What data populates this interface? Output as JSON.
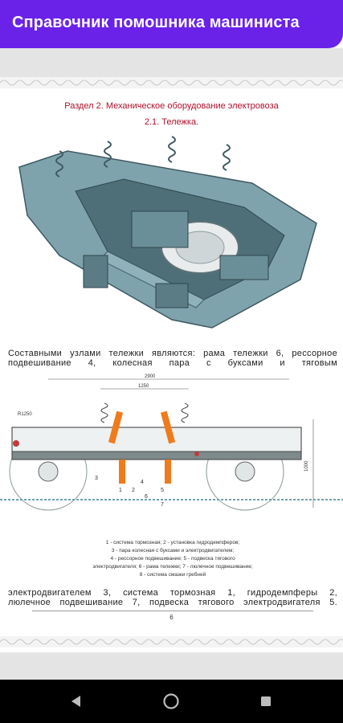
{
  "app": {
    "title": "Справочник помошника машиниста"
  },
  "document": {
    "section_title": "Раздел 2. Механическое оборудование электровоза",
    "subsection_title": "2.1. Тележка.",
    "paragraph_1_line_1": "Составными узлами тележки являются: рама тележки 6, рессорное",
    "paragraph_1_line_2": "подвешивание 4, колесная пара с буксами и тяговым",
    "dimensions": {
      "top": "2900",
      "inner": "1250",
      "radius": "R1250",
      "height": "1000"
    },
    "part_numbers": [
      "1",
      "2",
      "3",
      "4",
      "5",
      "6",
      "7"
    ],
    "caption_lines": [
      "1 - система тормозная; 2 - установка гидродемпферов;",
      "3 - пара колесная с буксами и электродвигателем;",
      "4 - рессорное подвешивание; 5 - подвеска тягового",
      "электродвигателя; 6 - рама тележки; 7 - люлечное подвешивание;",
      "8 - система смазки гребней"
    ],
    "paragraph_2_line_1": "электродвигателем 3, система тормозная 1, гидродемпферы 2,",
    "paragraph_2_line_2": "люлечное подвешивание 7, подвеска тягового электродвигателя 5.",
    "page_number": "6"
  },
  "navigation": {
    "back": "back-icon",
    "home": "home-icon",
    "recents": "recents-icon"
  },
  "colors": {
    "appbar": "#6a21e8",
    "title_red": "#b0102a",
    "steel": "#7fa3ad"
  }
}
